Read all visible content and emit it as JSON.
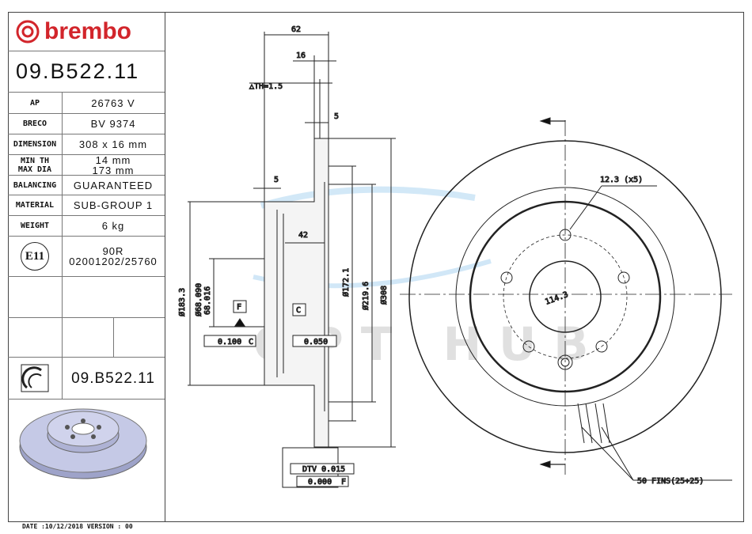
{
  "brand": "brembo",
  "part_number": "09.B522.11",
  "specs": [
    {
      "label": "AP",
      "value": "26763 V"
    },
    {
      "label": "BRECO",
      "value": "BV 9374"
    },
    {
      "label": "DIMENSION",
      "value": "308 x 16 mm"
    },
    {
      "label": "MIN TH",
      "label2": "MAX DIA",
      "value": "14 mm",
      "value2": "173 mm"
    },
    {
      "label": "BALANCING",
      "value": "GUARANTEED"
    },
    {
      "label": "MATERIAL",
      "value": "SUB-GROUP 1"
    },
    {
      "label": "WEIGHT",
      "value": "6 kg"
    }
  ],
  "approval": {
    "mark": "E11",
    "code": "90R",
    "number": "02001202/25760"
  },
  "footer": "DATE :10/12/2018 VERSION : 00",
  "dims": {
    "d62": "62",
    "d16": "16",
    "dth": "△TH=1.5",
    "d5a": "5",
    "d5b": "5",
    "d42": "42",
    "d183": "Ø183.3",
    "d68a": "Ø68.090",
    "d68b": "68.016",
    "d172": "Ø172.1",
    "d219": "Ø219.6",
    "d308": "Ø308",
    "datumF": "F",
    "datumC": "C",
    "tol1": "0.100",
    "tol1ref": "C",
    "tol2": "0.050",
    "dtv": "DTV 0.015",
    "runout": "0.000",
    "runoutref": "F",
    "holes": "12.3 (x5)",
    "pcd": "114.3",
    "fins": "50 FINS(25+25)"
  },
  "watermark": "OPT HUB",
  "colors": {
    "brand": "#d2252b"
  }
}
